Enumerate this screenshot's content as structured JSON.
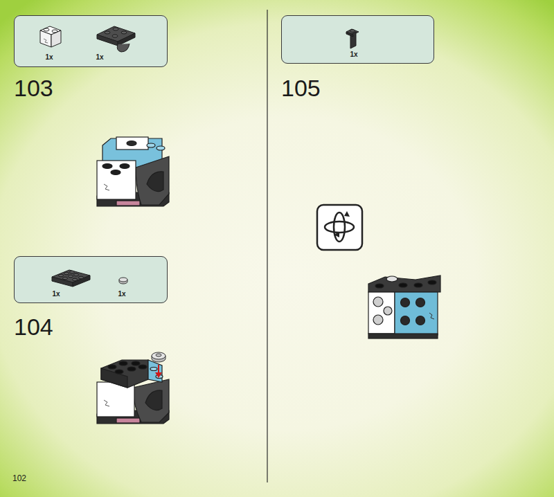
{
  "diagram": {
    "nodes": [
      {
        "text": [
          "1x",
          "1x"
        ]
      },
      {
        "text": [
          "1x",
          "1x"
        ]
      },
      {
        "text": [
          "1x"
        ]
      }
    ],
    "labels": [
      "103",
      "104",
      "105",
      "102"
    ]
  }
}
